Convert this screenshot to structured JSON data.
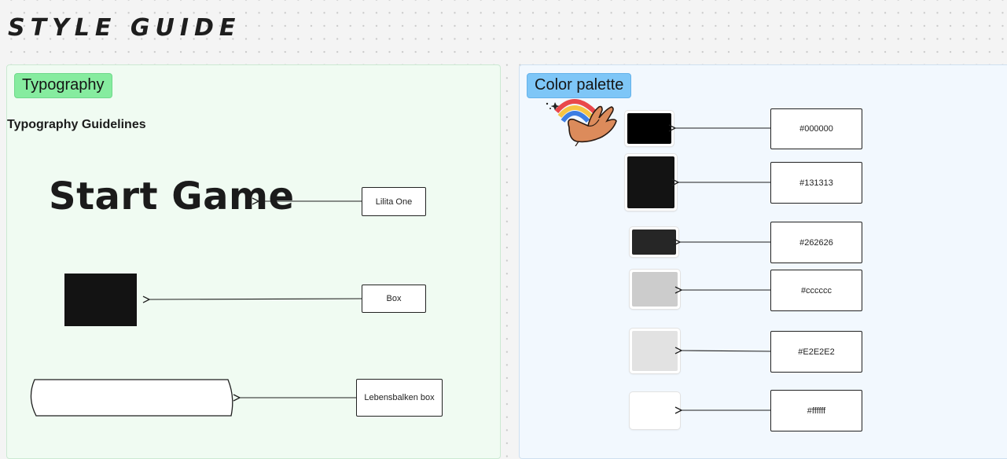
{
  "page": {
    "title": "STYLE GUIDE"
  },
  "typography": {
    "chip_label": "Typography",
    "heading": "Typography Guidelines",
    "samples": [
      {
        "sample_text": "Start Game",
        "label": "Lilita One"
      },
      {
        "label": "Box"
      },
      {
        "label": "Lebensbalken box"
      }
    ]
  },
  "color_palette": {
    "chip_label": "Color palette",
    "sticker": "rainbow-hand-sticker",
    "colors": [
      {
        "hex": "#000000",
        "label": "#000000"
      },
      {
        "hex": "#131313",
        "label": "#131313"
      },
      {
        "hex": "#262626",
        "label": "#262626"
      },
      {
        "hex": "#cccccc",
        "label": "#cccccc"
      },
      {
        "hex": "#E2E2E2",
        "label": "#E2E2E2"
      },
      {
        "hex": "#ffffff",
        "label": "#ffffff"
      }
    ]
  }
}
